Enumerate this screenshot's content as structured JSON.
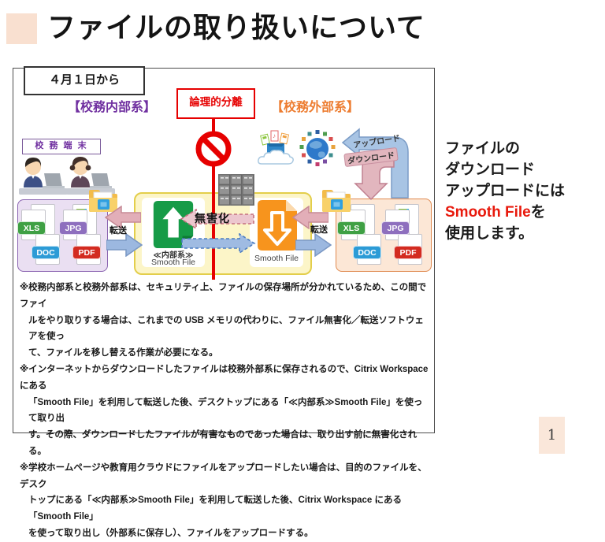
{
  "slide": {
    "title": "ファイルの取り扱いについて",
    "page_number": "1"
  },
  "diagram": {
    "date_label": "４月１日から",
    "internal_system_label": "【校務内部系】",
    "external_system_label": "【校務外部系】",
    "logical_separation_label": "論理的分離",
    "school_terminal_label": "校 務 端 末",
    "sanitization_label": "無害化",
    "transfer_label": "転送",
    "upload_label": "アップロード",
    "download_label": "ダウンロード",
    "internal_smooth_file": {
      "line1": "≪内部系≫",
      "line2": "Smooth File"
    },
    "external_smooth_file_label": "Smooth File",
    "left_files": {
      "xls": "XLS",
      "jpg": "JPG",
      "doc": "DOC",
      "pdf": "PDF"
    },
    "right_files": {
      "xls": "XLS",
      "jpg": "JPG",
      "doc": "DOC",
      "pdf": "PDF"
    }
  },
  "notes": {
    "bullet1": {
      "line1": "※校務内部系と校務外部系は、セキュリティ上、ファイルの保存場所が分かれているため、この間でファイ",
      "line2": "ルをやり取りする場合は、これまでの USB メモリの代わりに、ファイル無害化／転送ソフトウェアを使っ",
      "line3": "て、ファイルを移し替える作業が必要になる。"
    },
    "bullet2": {
      "line1": "※インターネットからダウンロードしたファイルは校務外部系に保存されるので、Citrix Workspace にある",
      "line2": "「Smooth File」を利用して転送した後、デスクトップにある「≪内部系≫Smooth File」を使って取り出",
      "line3": "す。その際、ダウンロードしたファイルが有害なものであった場合は、取り出す前に無害化される。"
    },
    "bullet3": {
      "line1": "※学校ホームページや教育用クラウドにファイルをアップロードしたい場合は、目的のファイルを、デスク",
      "line2": "トップにある「≪内部系≫Smooth File」を利用して転送した後、Citrix Workspace にある「Smooth File」",
      "line3": "を使って取り出し（外部系に保存し）、ファイルをアップロードする。"
    }
  },
  "side_note": {
    "line1": "ファイルの",
    "line2": "ダウンロード",
    "line3": "アップロードには",
    "highlight": "Smooth File",
    "highlight_suffix": "を",
    "line5": "使用します。"
  },
  "colors": {
    "internal_purple": "#7030A0",
    "external_orange": "#ED7D31",
    "separation_red": "#E60000",
    "highlight_red": "#E8190C",
    "accent_peach": "#F9E0D0"
  }
}
